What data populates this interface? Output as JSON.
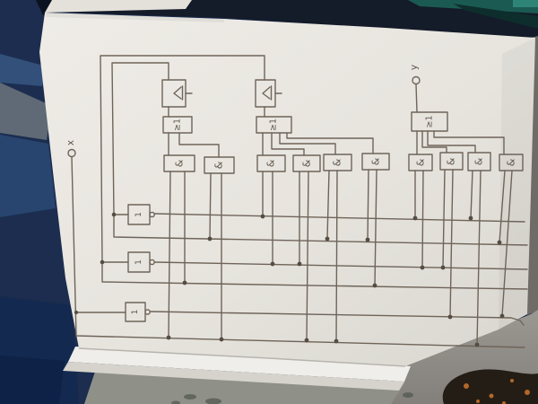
{
  "circuit": {
    "input_label": "x",
    "output_label": "y",
    "or_gate_label": "≥1",
    "and_gate_label": "&",
    "not_gate_label": "1",
    "or_gate_count": 3,
    "and_gate_count": 10,
    "not_gate_count": 3,
    "flipflop_count": 2,
    "bus_line_count": 6
  },
  "icons": {
    "clock_edge": "chevron-left"
  },
  "colors": {
    "pencil": "#6e6459",
    "paper": "#e9e6e0",
    "background_blue": "#1c2d4f",
    "background_teal": "#1b5a52",
    "floor_gray": "#908d88",
    "junction_dot": "#554d42"
  }
}
